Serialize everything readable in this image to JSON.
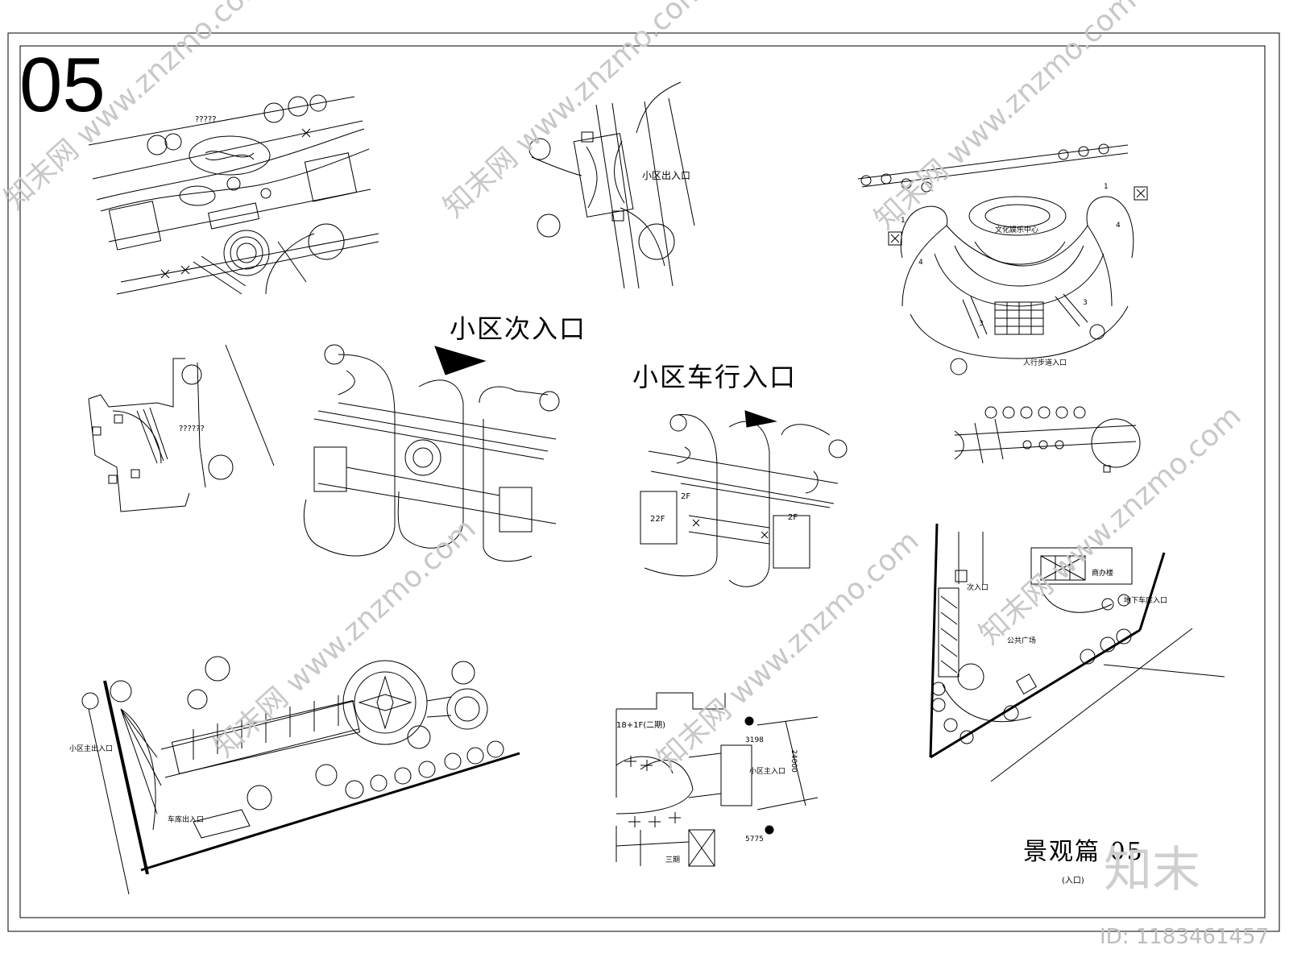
{
  "sheet_number": "05",
  "series_title": "景观篇 05",
  "series_subtitle": "(入口)",
  "drawings": {
    "top_left": {
      "label": "?????"
    },
    "top_middle": {
      "label": "小区出入口"
    },
    "top_right": {
      "center_label": "文化娱乐中心",
      "entry_label": "人行步道入口",
      "markers": [
        "1",
        "1",
        "4",
        "4",
        "3",
        "3"
      ]
    },
    "mid_left": {
      "label": "??????"
    },
    "secondary_entry": {
      "title": "小区次入口"
    },
    "vehicle_entry": {
      "title": "小区车行入口",
      "floor_labels": [
        "2F",
        "22F",
        "2F"
      ]
    },
    "bottom_left": {
      "main_entry": "小区主出入口",
      "garage_exit": "车库出入口"
    },
    "bottom_middle": {
      "building": "18+1F(二期)",
      "main_entry": "小区主入口",
      "dim_a": "3198",
      "dim_b": "24000",
      "dim_c": "5775",
      "phase": "三期"
    },
    "bottom_right": {
      "side_entry": "次入口",
      "shop": "商办楼",
      "garage_entry": "地下车库入口",
      "plaza": "公共广场"
    }
  },
  "watermark": {
    "site": "知末网 www.znzmo.com",
    "brand": "知末",
    "id_text": "ID: 1183461457"
  }
}
